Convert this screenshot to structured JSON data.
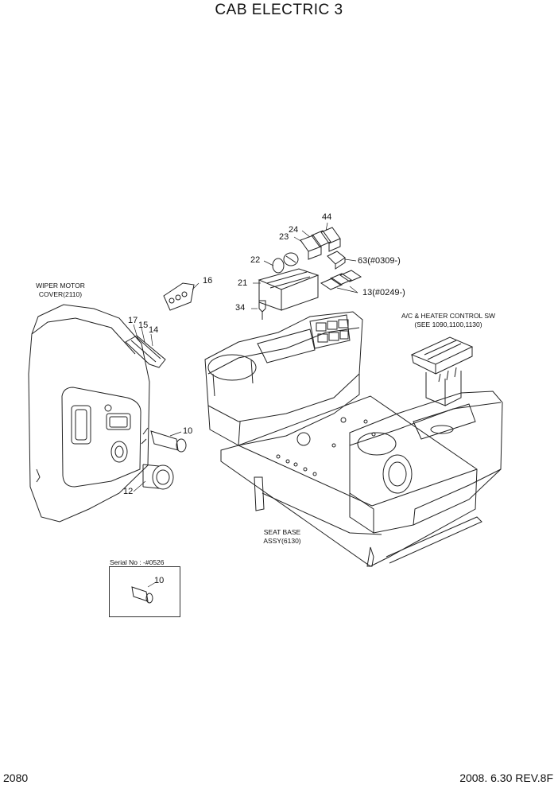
{
  "title": "CAB ELECTRIC 3",
  "page_number": "2080",
  "revision": "2008. 6.30  REV.8F",
  "notes": {
    "wiper_cover_1": "WIPER MOTOR",
    "wiper_cover_2": "COVER(2110)",
    "ac_switch_1": "A/C & HEATER CONTROL SW",
    "ac_switch_2": "(SEE 1090,1100,1130)",
    "seat_base_1": "SEAT BASE",
    "seat_base_2": "ASSY(6130)"
  },
  "inset": {
    "serial": "Serial No : -#0526",
    "part": "10"
  },
  "parts": {
    "p44": "44",
    "p24": "24",
    "p23": "23",
    "p22": "22",
    "p63": "63(#0309-)",
    "p21": "21",
    "p16": "16",
    "p13": "13(#0249-)",
    "p34": "34",
    "p17": "17",
    "p15": "15",
    "p14": "14",
    "p10": "10",
    "p12": "12"
  }
}
